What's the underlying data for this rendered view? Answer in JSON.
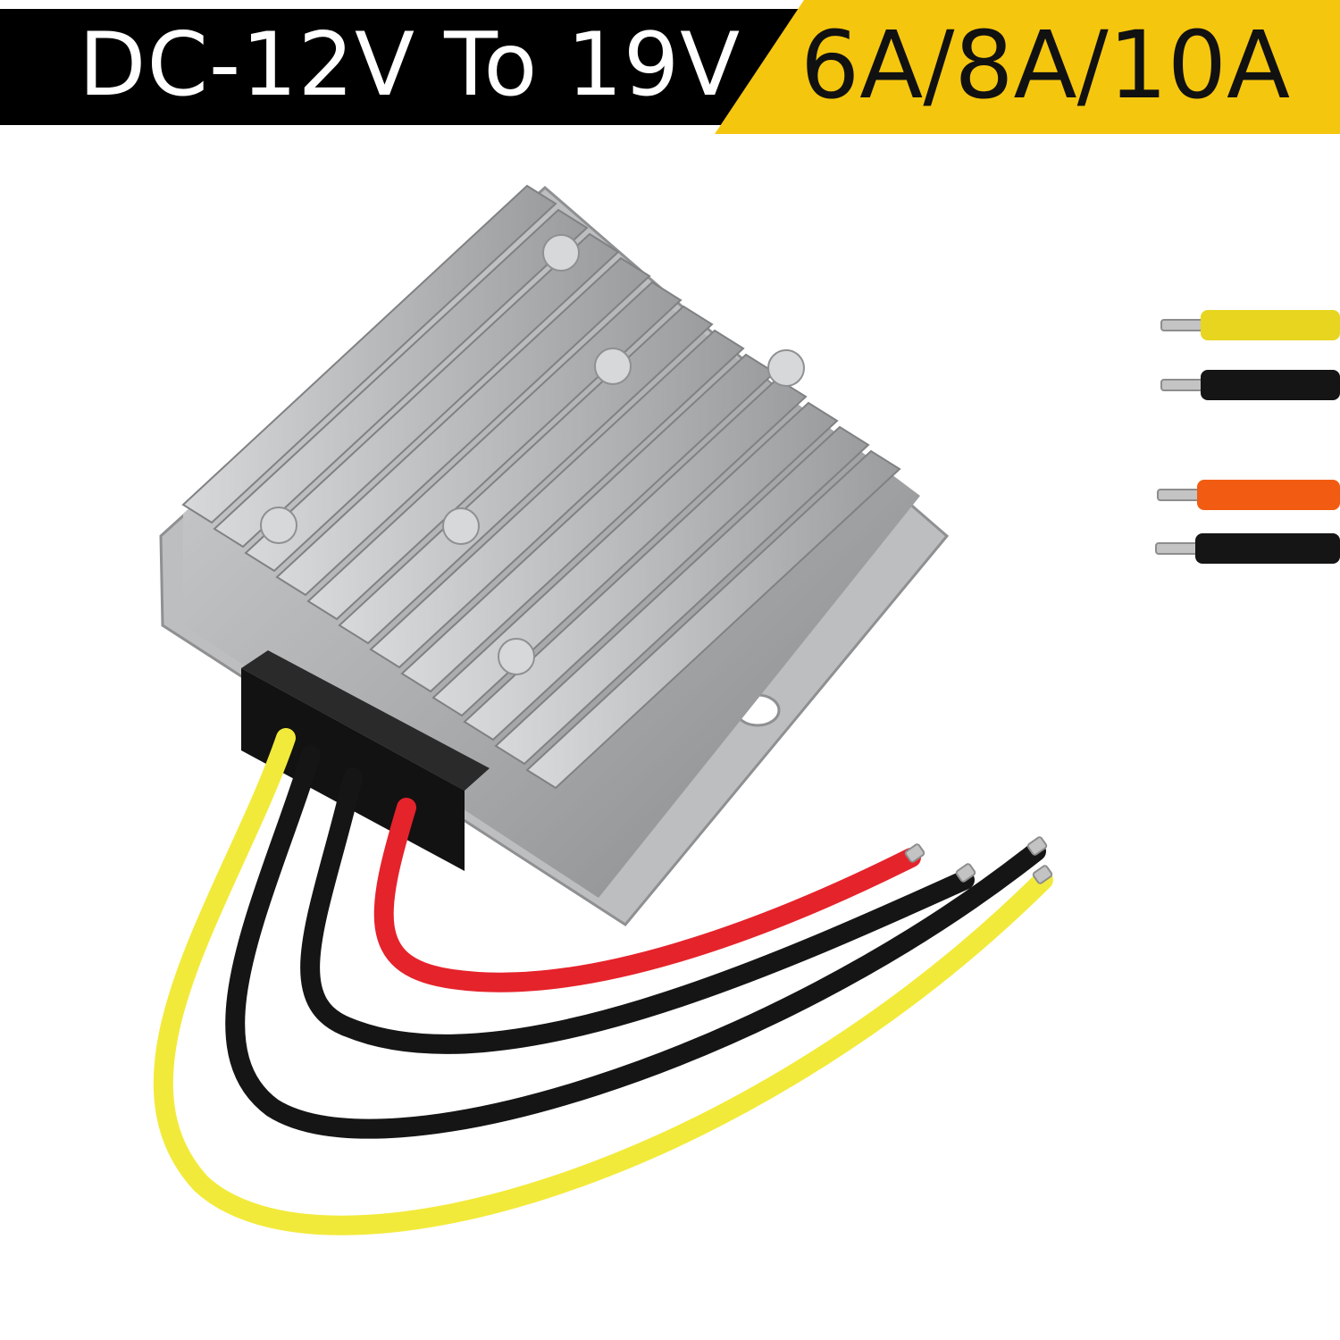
{
  "banner": {
    "voltage_text": "DC-12V To 19V",
    "current_text": "6A/8A/10A",
    "colors": {
      "dark_band": "#000000",
      "accent_band": "#f5c60e"
    }
  },
  "product": {
    "illustration": "dc-dc-converter-module",
    "housing_color": "#a9abad",
    "wire_colors": [
      "#f2ea3a",
      "#151515",
      "#151515",
      "#e5232b"
    ],
    "legend_wire_colors": [
      "#e7d51f",
      "#151515",
      "#f25c12",
      "#151515"
    ]
  }
}
